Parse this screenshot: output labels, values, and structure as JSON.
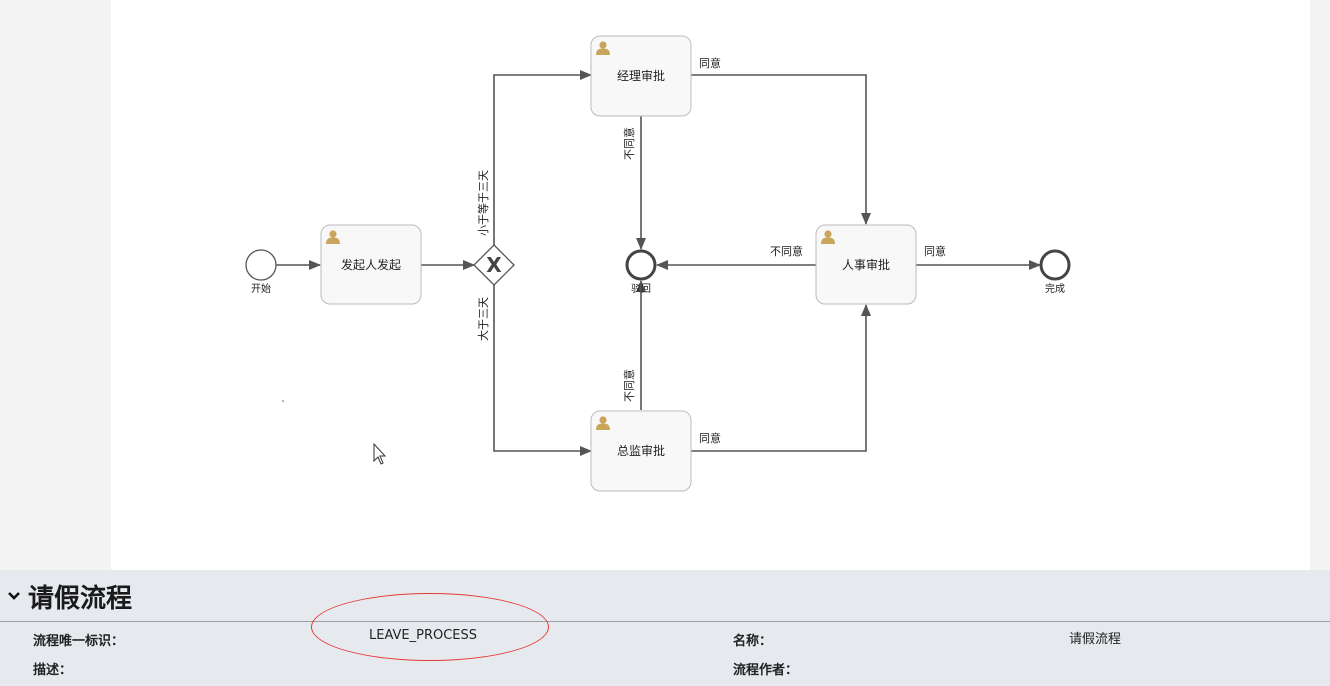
{
  "diagram": {
    "start_label": "开始",
    "task_initiate": "发起人发起",
    "task_manager": "经理审批",
    "task_director": "总监审批",
    "task_hr": "人事审批",
    "end_reject_label": "驳回",
    "end_complete_label": "完成",
    "flow_le3": "小于等于三天",
    "flow_gt3": "大于三天",
    "flow_manager_agree": "同意",
    "flow_manager_disagree": "不同意",
    "flow_director_agree": "同意",
    "flow_director_disagree": "不同意",
    "flow_hr_agree": "同意",
    "flow_hr_disagree": "不同意",
    "gateway_symbol": "X"
  },
  "panel": {
    "title": "请假流程",
    "fields": {
      "id_label": "流程唯一标识：",
      "id_value": "LEAVE_PROCESS",
      "name_label": "名称：",
      "name_value": "请假流程",
      "desc_label": "描述：",
      "author_label": "流程作者："
    }
  },
  "colors": {
    "stroke": "#555555",
    "task_fill": "#f8f8f8",
    "task_border": "#bbbbbb",
    "user_icon": "#c9a55c",
    "highlight_ellipse": "#e53935"
  },
  "icons": {
    "user_task": "user-icon",
    "collapse": "chevron-down-icon",
    "cursor": "mouse-cursor-icon"
  }
}
